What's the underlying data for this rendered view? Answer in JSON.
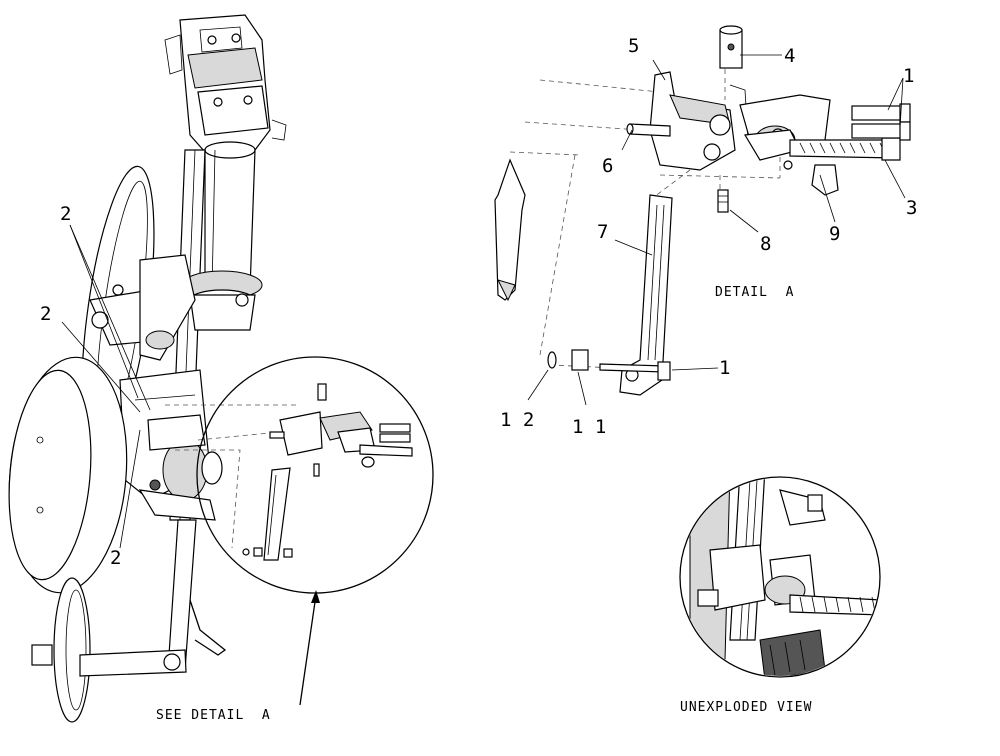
{
  "captions": {
    "detail": "DETAIL  A",
    "see_detail": "SEE DETAIL  A",
    "unexploded": "UNEXPLODED VIEW"
  },
  "callouts": {
    "c1_top": "1",
    "c3": "3",
    "c4": "4",
    "c5": "5",
    "c6": "6",
    "c7": "7",
    "c8": "8",
    "c9": "9",
    "c1_bolt": "1",
    "c12": "1 2",
    "c11": "1 1",
    "c2_a": "2",
    "c2_b": "2",
    "c2_c": "2"
  }
}
